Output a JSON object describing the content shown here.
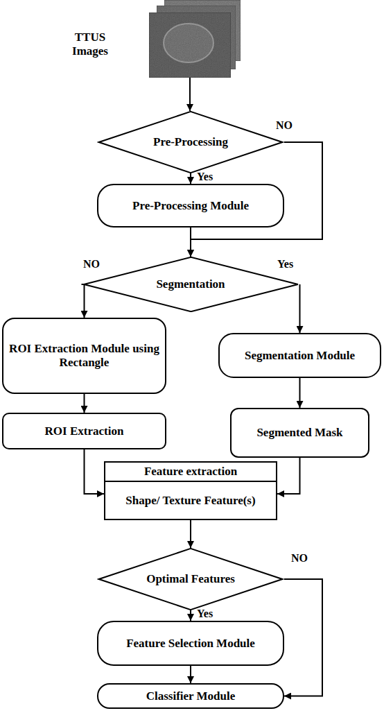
{
  "diagram": {
    "nodes": [
      {
        "text": [
          "TTUS Images"
        ]
      },
      {
        "text": [
          "Pre-Processing"
        ]
      },
      {
        "text": [
          "Pre-Processing Module"
        ]
      },
      {
        "text": [
          "Segmentation"
        ]
      },
      {
        "text": [
          "ROI Extraction Module using Rectangle"
        ]
      },
      {
        "text": [
          "Segmentation Module"
        ]
      },
      {
        "text": [
          "ROI Extraction"
        ]
      },
      {
        "text": [
          "Segmented Mask"
        ]
      },
      {
        "text": [
          "Feature extraction",
          "Shape/ Texture Feature(s)"
        ]
      },
      {
        "text": [
          "Optimal Features"
        ]
      },
      {
        "text": [
          "Feature Selection Module"
        ]
      },
      {
        "text": [
          "Classifier Module"
        ]
      }
    ],
    "edges": [
      {
        "from": 0,
        "to": 1,
        "arrow": "to"
      },
      {
        "from": 1,
        "to": 2,
        "label": "Yes",
        "arrow": "to"
      },
      {
        "from": 1,
        "to": 3,
        "label": "NO",
        "arrow": "to"
      },
      {
        "from": 2,
        "to": 3,
        "arrow": "to"
      },
      {
        "from": 3,
        "to": 4,
        "label": "NO",
        "arrow": "to"
      },
      {
        "from": 3,
        "to": 5,
        "label": "Yes",
        "arrow": "to"
      },
      {
        "from": 4,
        "to": 6,
        "arrow": "to"
      },
      {
        "from": 5,
        "to": 7,
        "arrow": "to"
      },
      {
        "from": 6,
        "to": 8,
        "arrow": "to"
      },
      {
        "from": 7,
        "to": 8,
        "arrow": "to"
      },
      {
        "from": 8,
        "to": 9,
        "arrow": "to"
      },
      {
        "from": 9,
        "to": 10,
        "label": "Yes",
        "arrow": "to"
      },
      {
        "from": 9,
        "to": 11,
        "label": "NO",
        "arrow": "to"
      },
      {
        "from": 10,
        "to": 11,
        "arrow": "to"
      }
    ]
  }
}
